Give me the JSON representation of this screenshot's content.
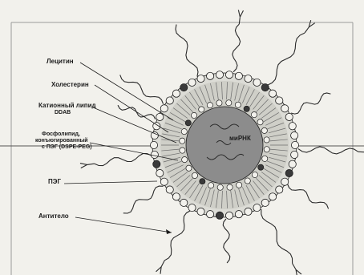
{
  "labels": {
    "lecithin": "Лецитин",
    "cholesterol": "Холестерин",
    "cationic_lipid_line1": "Катионный липид",
    "cationic_lipid_line2": "DDAB",
    "pegylated_line1": "Фосфолипид,",
    "pegylated_line2": "конъюгированный",
    "pegylated_line3": "с ПЭГ (DSPE-PEG)",
    "peg": "ПЭГ",
    "antibody": "Антитело",
    "core": "миРНК"
  },
  "colors": {
    "ink": "#1c1c1c",
    "paper": "#f2f1ec",
    "core_fill": "#8c8c8c",
    "dark_head": "#3a3a3a"
  }
}
